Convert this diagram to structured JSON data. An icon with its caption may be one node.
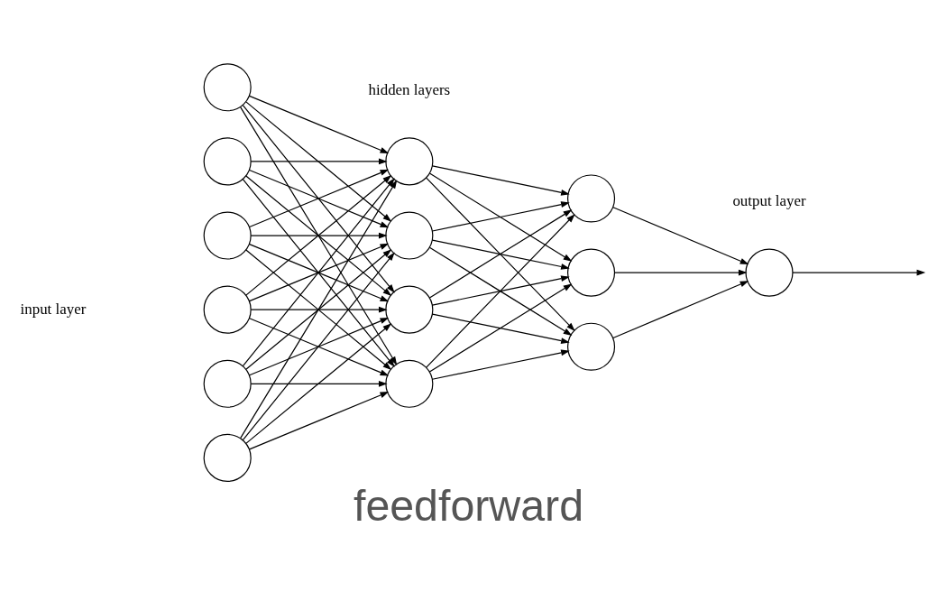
{
  "diagram": {
    "caption": "feedforward",
    "nodes": [
      {
        "text": [],
        "shape": "circle"
      },
      {
        "text": [],
        "shape": "circle"
      },
      {
        "text": [],
        "shape": "circle"
      },
      {
        "text": [],
        "shape": "circle"
      },
      {
        "text": [],
        "shape": "circle"
      },
      {
        "text": [],
        "shape": "circle"
      },
      {
        "text": [],
        "shape": "circle"
      },
      {
        "text": [],
        "shape": "circle"
      },
      {
        "text": [],
        "shape": "circle"
      },
      {
        "text": [],
        "shape": "circle"
      },
      {
        "text": [],
        "shape": "circle"
      },
      {
        "text": [],
        "shape": "circle"
      },
      {
        "text": [],
        "shape": "circle"
      },
      {
        "text": [],
        "shape": "circle"
      }
    ],
    "edges": [
      {
        "from": 0,
        "to": 6,
        "arrow": "to"
      },
      {
        "from": 0,
        "to": 7,
        "arrow": "to"
      },
      {
        "from": 0,
        "to": 8,
        "arrow": "to"
      },
      {
        "from": 0,
        "to": 9,
        "arrow": "to"
      },
      {
        "from": 1,
        "to": 6,
        "arrow": "to"
      },
      {
        "from": 1,
        "to": 7,
        "arrow": "to"
      },
      {
        "from": 1,
        "to": 8,
        "arrow": "to"
      },
      {
        "from": 1,
        "to": 9,
        "arrow": "to"
      },
      {
        "from": 2,
        "to": 6,
        "arrow": "to"
      },
      {
        "from": 2,
        "to": 7,
        "arrow": "to"
      },
      {
        "from": 2,
        "to": 8,
        "arrow": "to"
      },
      {
        "from": 2,
        "to": 9,
        "arrow": "to"
      },
      {
        "from": 3,
        "to": 6,
        "arrow": "to"
      },
      {
        "from": 3,
        "to": 7,
        "arrow": "to"
      },
      {
        "from": 3,
        "to": 8,
        "arrow": "to"
      },
      {
        "from": 3,
        "to": 9,
        "arrow": "to"
      },
      {
        "from": 4,
        "to": 6,
        "arrow": "to"
      },
      {
        "from": 4,
        "to": 7,
        "arrow": "to"
      },
      {
        "from": 4,
        "to": 8,
        "arrow": "to"
      },
      {
        "from": 4,
        "to": 9,
        "arrow": "to"
      },
      {
        "from": 5,
        "to": 6,
        "arrow": "to"
      },
      {
        "from": 5,
        "to": 7,
        "arrow": "to"
      },
      {
        "from": 5,
        "to": 8,
        "arrow": "to"
      },
      {
        "from": 5,
        "to": 9,
        "arrow": "to"
      },
      {
        "from": 6,
        "to": 10,
        "arrow": "to"
      },
      {
        "from": 6,
        "to": 11,
        "arrow": "to"
      },
      {
        "from": 6,
        "to": 12,
        "arrow": "to"
      },
      {
        "from": 7,
        "to": 10,
        "arrow": "to"
      },
      {
        "from": 7,
        "to": 11,
        "arrow": "to"
      },
      {
        "from": 7,
        "to": 12,
        "arrow": "to"
      },
      {
        "from": 8,
        "to": 10,
        "arrow": "to"
      },
      {
        "from": 8,
        "to": 11,
        "arrow": "to"
      },
      {
        "from": 8,
        "to": 12,
        "arrow": "to"
      },
      {
        "from": 9,
        "to": 10,
        "arrow": "to"
      },
      {
        "from": 9,
        "to": 11,
        "arrow": "to"
      },
      {
        "from": 9,
        "to": 12,
        "arrow": "to"
      },
      {
        "from": 10,
        "to": 13,
        "arrow": "to"
      },
      {
        "from": 11,
        "to": 13,
        "arrow": "to"
      },
      {
        "from": 12,
        "to": 13,
        "arrow": "to"
      },
      {
        "from": 13,
        "to": null,
        "arrow": "to"
      }
    ],
    "labels": [
      "input layer",
      "hidden layers",
      "output layer"
    ]
  }
}
